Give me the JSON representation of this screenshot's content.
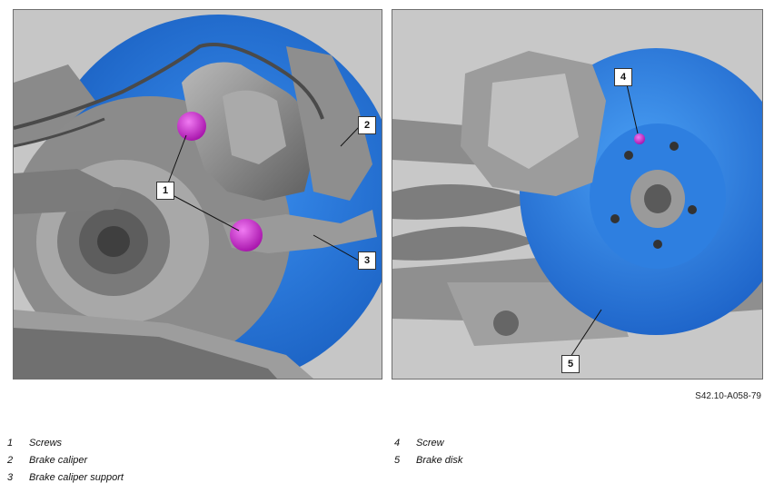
{
  "figure_code": "S42.10-A058-79",
  "callouts": {
    "c1": "1",
    "c2": "2",
    "c3": "3",
    "c4": "4",
    "c5": "5"
  },
  "legend": [
    {
      "num": "1",
      "label": "Screws"
    },
    {
      "num": "2",
      "label": "Brake caliper"
    },
    {
      "num": "3",
      "label": "Brake caliper support"
    },
    {
      "num": "4",
      "label": "Screw"
    },
    {
      "num": "5",
      "label": "Brake disk"
    }
  ],
  "colors": {
    "disk_blue": "#1f6fd6",
    "highlight_magenta": "#d21ad6",
    "panel_gray": "#c9c9c9"
  }
}
